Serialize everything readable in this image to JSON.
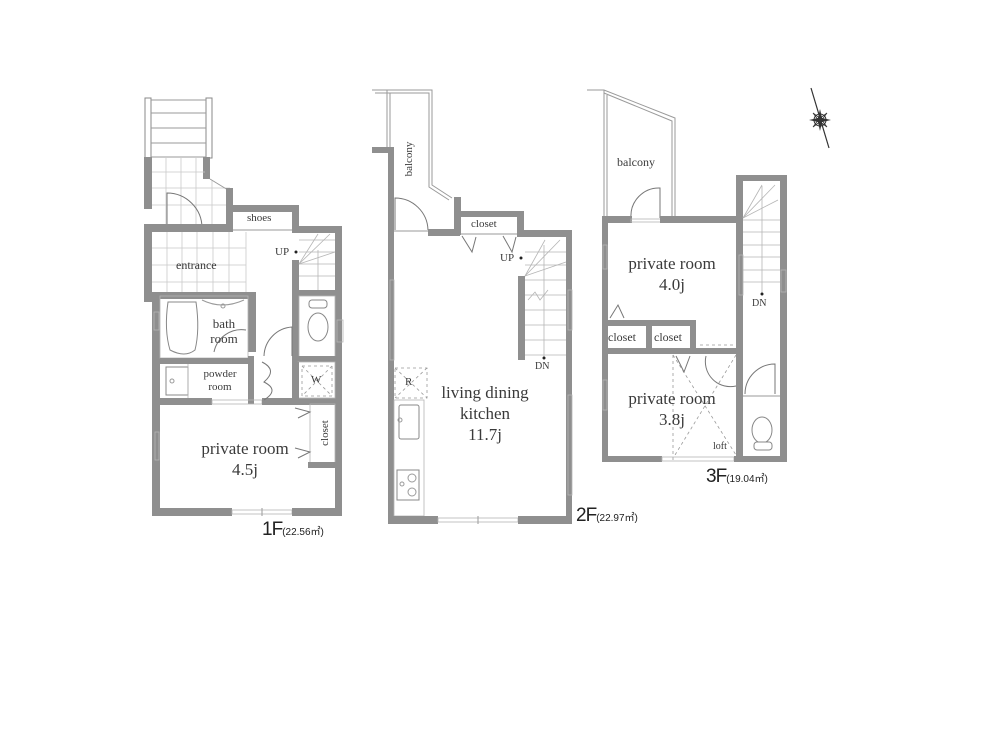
{
  "floors": [
    {
      "id": "1F",
      "label": "1F",
      "area": "(22.56㎡)",
      "rooms": {
        "shoes": "shoes",
        "entrance": "entrance",
        "up": "UP",
        "bath_line1": "bath",
        "bath_line2": "room",
        "powder_line1": "powder",
        "powder_line2": "room",
        "w": "W",
        "private_room": "private room",
        "private_room_size": "4.5j",
        "closet": "closet"
      }
    },
    {
      "id": "2F",
      "label": "2F",
      "area": "(22.97㎡)",
      "rooms": {
        "balcony": "balcony",
        "closet": "closet",
        "up": "UP",
        "dn": "DN",
        "refrigerator": "R",
        "ldk_line1": "living dining",
        "ldk_line2": "kitchen",
        "ldk_size": "11.7j"
      }
    },
    {
      "id": "3F",
      "label": "3F",
      "area": "(19.04㎡)",
      "rooms": {
        "balcony": "balcony",
        "private_room_a": "private room",
        "private_room_a_size": "4.0j",
        "dn": "DN",
        "closet_a": "closet",
        "closet_b": "closet",
        "private_room_b": "private room",
        "private_room_b_size": "3.8j",
        "loft": "loft"
      }
    }
  ],
  "compass": {
    "icon": "compass-rose-icon"
  },
  "colors": {
    "wall": "#8f8f8f",
    "line": "#9a9a9a",
    "background": "#ffffff",
    "text": "#3a3a3a"
  }
}
